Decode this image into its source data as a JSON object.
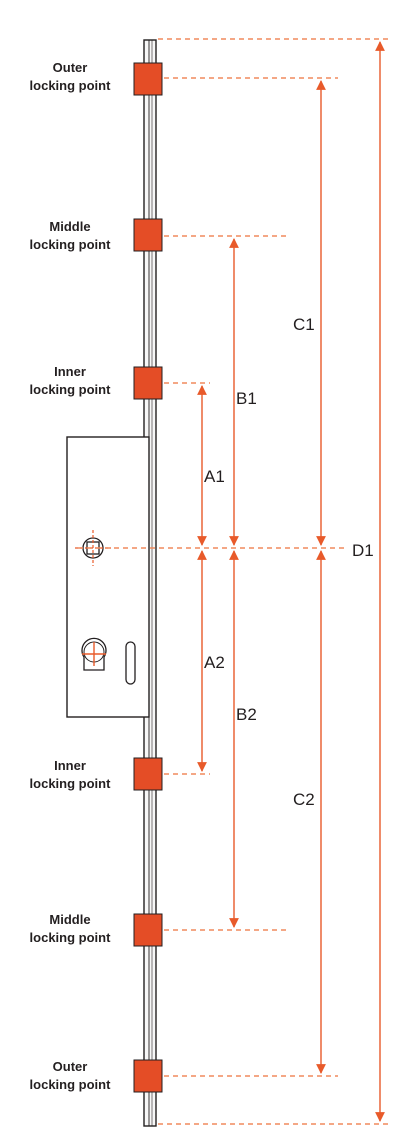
{
  "locking_points": [
    {
      "line1": "Outer",
      "line2": "locking point"
    },
    {
      "line1": "Middle",
      "line2": "locking point"
    },
    {
      "line1": "Inner",
      "line2": "locking point"
    },
    {
      "line1": "Inner",
      "line2": "locking point"
    },
    {
      "line1": "Middle",
      "line2": "locking point"
    },
    {
      "line1": "Outer",
      "line2": "locking point"
    }
  ],
  "dimensions": {
    "a1": "A1",
    "a2": "A2",
    "b1": "B1",
    "b2": "B2",
    "c1": "C1",
    "c2": "C2",
    "d1": "D1"
  },
  "colors": {
    "accent": "#e85a2a",
    "block": "#e44d26",
    "dashed": "#f08a5d",
    "outline": "#231f20"
  }
}
